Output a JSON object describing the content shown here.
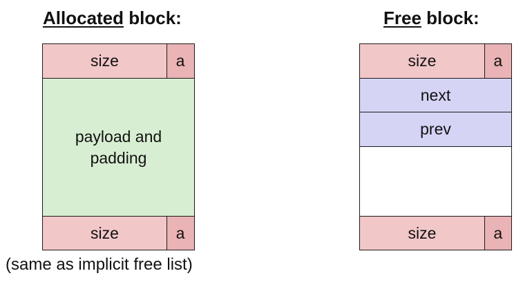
{
  "allocated": {
    "title_underlined": "Allocated",
    "title_rest": " block:",
    "header": {
      "size": "size",
      "a": "a"
    },
    "payload": [
      "payload and",
      "padding"
    ],
    "footer": {
      "size": "size",
      "a": "a"
    },
    "caption": "(same as implicit free list)"
  },
  "free": {
    "title_underlined": "Free",
    "title_rest": " block:",
    "header": {
      "size": "size",
      "a": "a"
    },
    "next": "next",
    "prev": "prev",
    "footer": {
      "size": "size",
      "a": "a"
    }
  },
  "colors": {
    "size_cell": "#f2c7c8",
    "alloc_bit_cell": "#eab3b5",
    "payload": "#d8eed2",
    "pointer": "#d5d4f5"
  }
}
